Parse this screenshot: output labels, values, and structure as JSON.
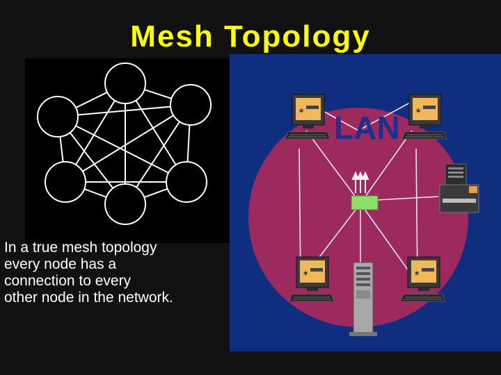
{
  "title": "Mesh Topology",
  "caption": {
    "lines": [
      " In a true mesh topology",
      "every node has a",
      "connection to every",
      "other  node in the network."
    ]
  },
  "lan": {
    "label": "LAN"
  },
  "colors": {
    "title": "#ffff00",
    "background": "#111111",
    "lan_panel": "#0f2e7f",
    "lan_circle": "#9c2a5f",
    "lan_label": "#1d2f8f",
    "hub": "#8ee06a"
  },
  "icons": {
    "computer": "computer-icon",
    "printer": "printer-icon",
    "server": "server-tower-icon",
    "hub": "hub-icon"
  }
}
